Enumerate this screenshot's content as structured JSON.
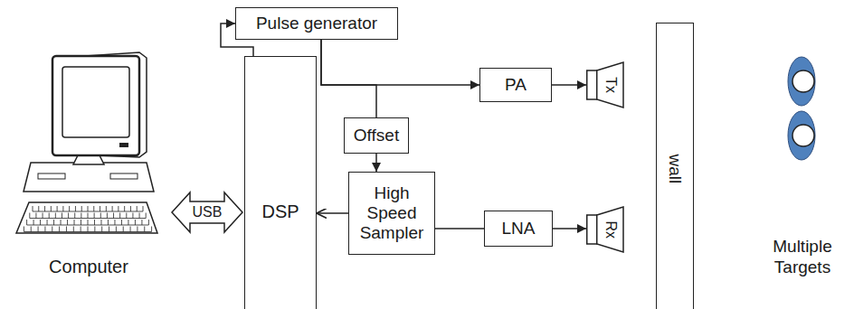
{
  "diagram": {
    "nodes": [
      {
        "text": [
          "Pulse generator"
        ]
      },
      {
        "text": [
          "PA"
        ]
      },
      {
        "text": [
          "Tx"
        ]
      },
      {
        "text": [
          "Offset"
        ]
      },
      {
        "text": [
          "wall"
        ]
      },
      {
        "text": [
          "Computer"
        ]
      },
      {
        "text": [
          "DSP"
        ]
      },
      {
        "text": [
          "High Speed Sampler"
        ]
      },
      {
        "text": [
          "LNA"
        ]
      },
      {
        "text": [
          "Rx"
        ]
      }
    ],
    "edges": [
      {
        "from": 6,
        "to": 0,
        "arrow": "to"
      },
      {
        "from": 0,
        "to": 1,
        "arrow": "to"
      },
      {
        "from": 0,
        "to": 3,
        "arrow": "none"
      },
      {
        "from": 1,
        "to": 2,
        "arrow": "to"
      },
      {
        "from": 3,
        "to": 7,
        "arrow": "to"
      },
      {
        "from": 8,
        "to": 7,
        "arrow": "none"
      },
      {
        "from": 8,
        "to": 9,
        "arrow": "to"
      },
      {
        "from": 7,
        "to": 6,
        "arrow": "to"
      },
      {
        "from": 5,
        "to": 6,
        "label": "USB",
        "arrow": "both"
      }
    ],
    "labels": [
      "Multiple Targets"
    ]
  }
}
